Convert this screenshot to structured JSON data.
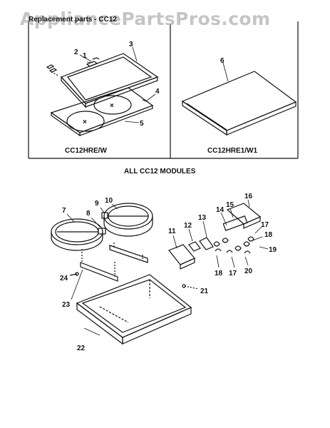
{
  "watermark": "AppliancePartsPros.com",
  "header": "Replacement parts - CC12",
  "captions": {
    "left_panel": "CC12HRE/W",
    "right_panel": "CC12HRE1/W1",
    "modules": "ALL CC12 MODULES"
  },
  "callouts": [
    "1",
    "2",
    "3",
    "4",
    "5",
    "6",
    "7",
    "8",
    "9",
    "10",
    "11",
    "12",
    "13",
    "14",
    "15",
    "16",
    "17",
    "18",
    "19",
    "20",
    "21",
    "22",
    "23",
    "24",
    "17",
    "18"
  ],
  "colors": {
    "line": "#111111",
    "watermark": "#9a9a9a"
  }
}
